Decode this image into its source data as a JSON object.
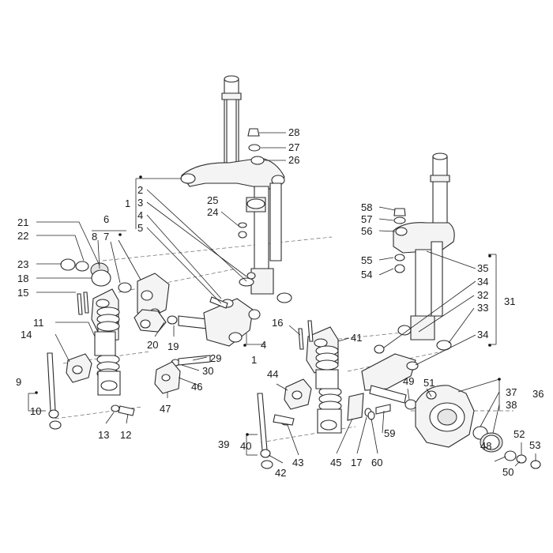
{
  "labels": {
    "n1": "1",
    "n2": "2",
    "n3": "3",
    "n4": "4",
    "n5": "5",
    "n6": "6",
    "n7": "7",
    "n8": "8",
    "n9": "9",
    "n10": "10",
    "n11": "11",
    "n12": "12",
    "n13": "13",
    "n14": "14",
    "n15": "15",
    "n16": "16",
    "n17": "17",
    "n18": "18",
    "n19": "19",
    "n20": "20",
    "n21": "21",
    "n22": "22",
    "n23": "23",
    "n24": "24",
    "n25": "25",
    "n26": "26",
    "n27": "27",
    "n28": "28",
    "n29": "29",
    "n30": "30",
    "n31": "31",
    "n32": "32",
    "n33": "33",
    "n34": "34",
    "n35": "35",
    "n36": "36",
    "n37": "37",
    "n38": "38",
    "n39": "39",
    "n40": "40",
    "n41": "41",
    "n42": "42",
    "n43": "43",
    "n44": "44",
    "n45": "45",
    "n46": "46",
    "n47": "47",
    "n48": "48",
    "n49": "49",
    "n50": "50",
    "n51": "51",
    "n52": "52",
    "n53": "53",
    "n54": "54",
    "n55": "55",
    "n56": "56",
    "n57": "57",
    "n58": "58",
    "n59": "59",
    "n60": "60"
  }
}
